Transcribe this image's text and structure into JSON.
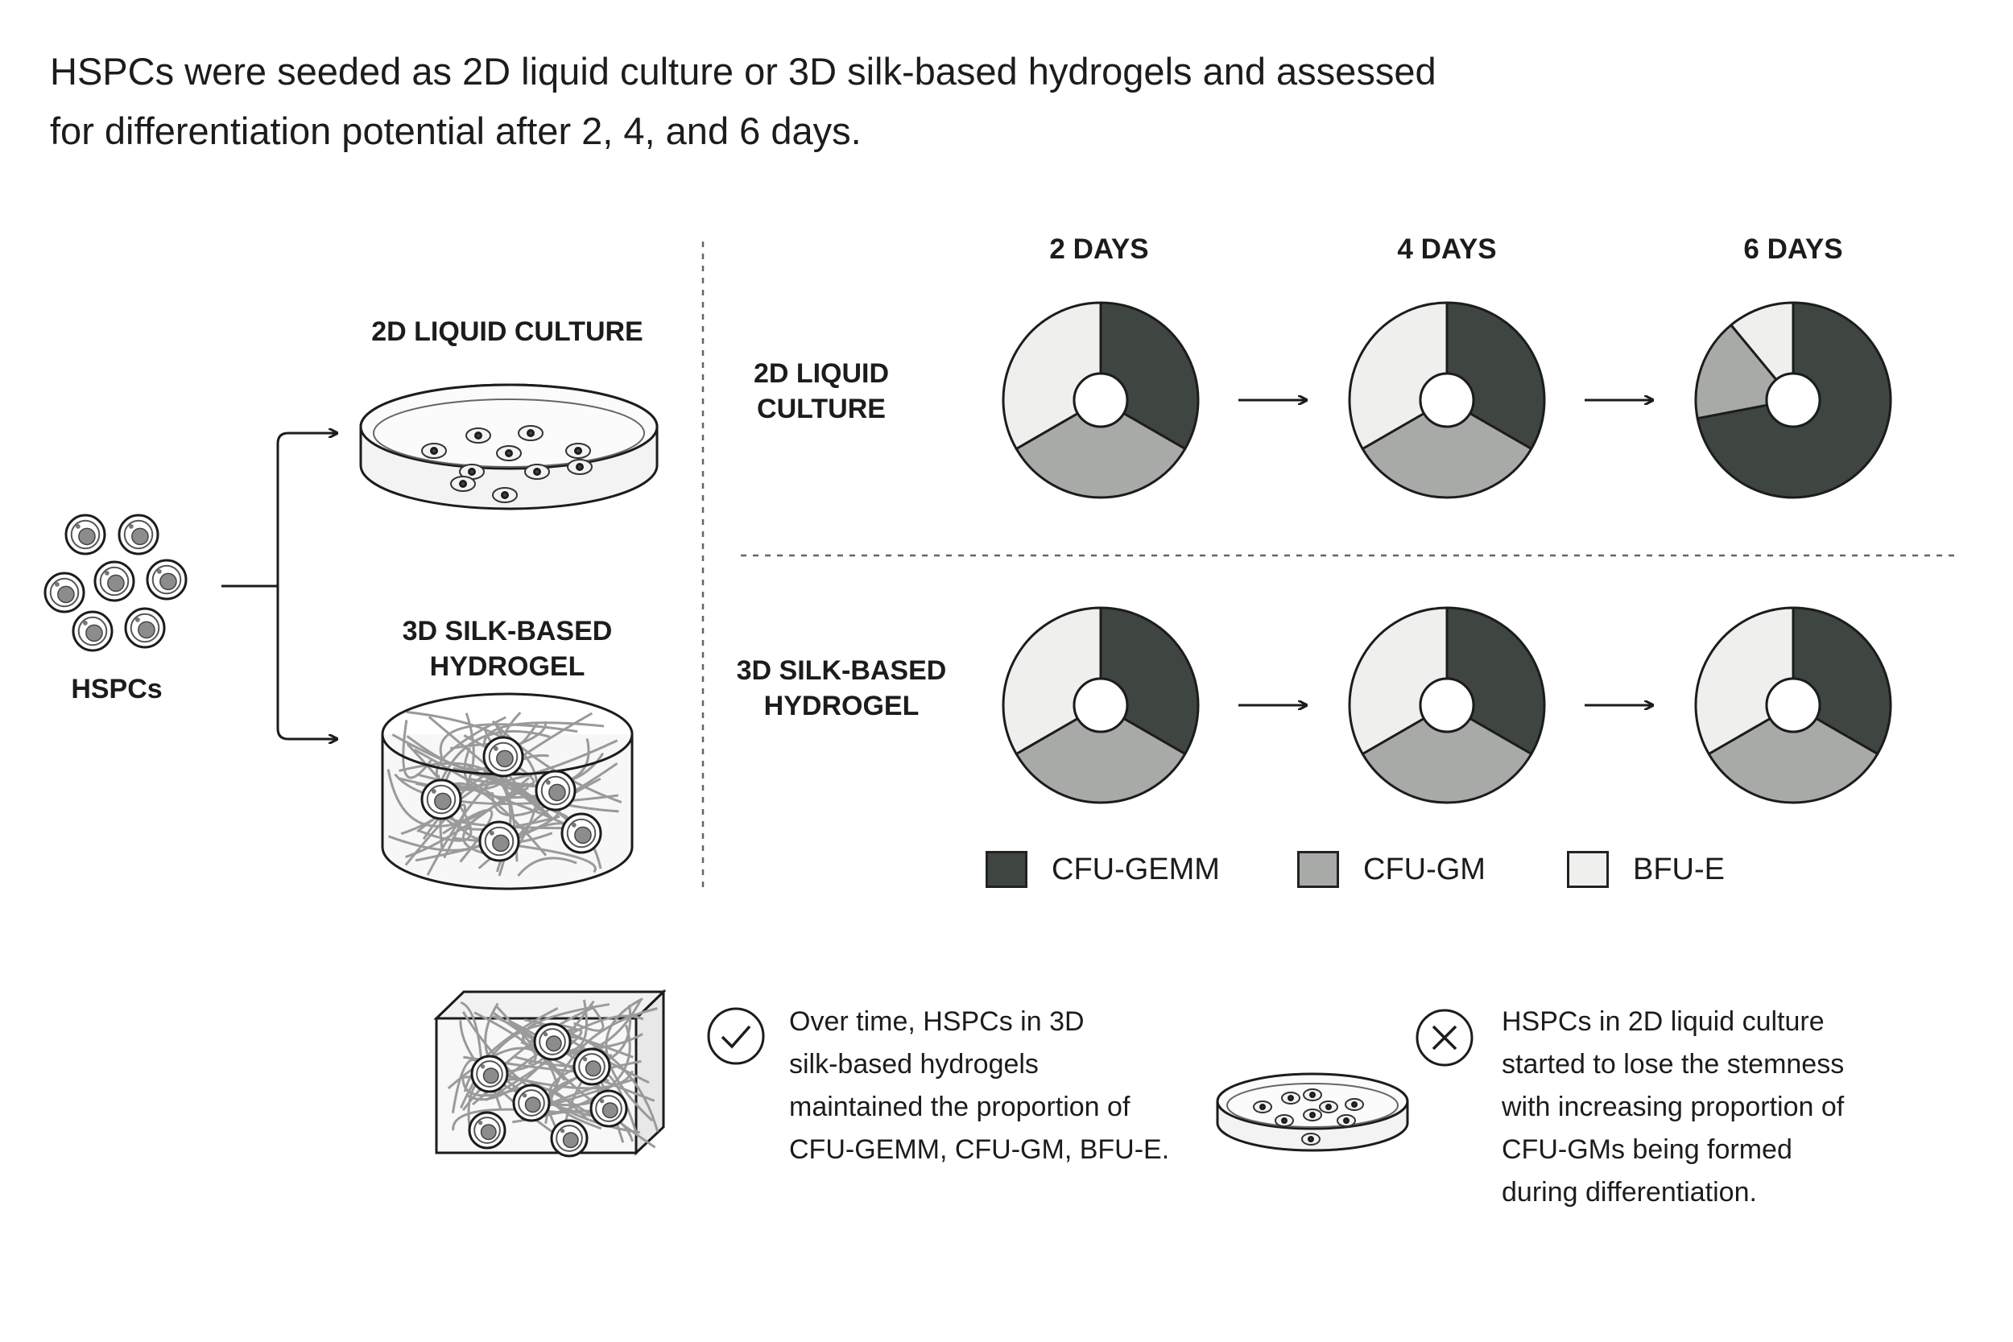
{
  "intro": {
    "line1": "HSPCs were seeded as 2D liquid culture or 3D silk-based hydrogels and assessed",
    "line2": "for differentiation potential after 2, 4, and 6 days."
  },
  "left": {
    "hspcs_label": "HSPCs",
    "culture_2d_label": "2D LIQUID CULTURE",
    "hydrogel_3d_label_line1": "3D SILK-BASED",
    "hydrogel_3d_label_line2": "HYDROGEL"
  },
  "rows": {
    "row1_line1": "2D LIQUID",
    "row1_line2": "CULTURE",
    "row2_line1": "3D SILK-BASED",
    "row2_line2": "HYDROGEL"
  },
  "days": [
    "2 DAYS",
    "4 DAYS",
    "6 DAYS"
  ],
  "colors": {
    "cfu_gemm": "#3f4540",
    "cfu_gm": "#a8aaa7",
    "bfu_e": "#efefed",
    "stroke": "#1c1c1c"
  },
  "legend": [
    {
      "label": "CFU-GEMM",
      "color": "#3f4540"
    },
    {
      "label": "CFU-GM",
      "color": "#a8aaa7"
    },
    {
      "label": "BFU-E",
      "color": "#efefed"
    }
  ],
  "chart_data": [
    {
      "type": "pie",
      "row": "2D LIQUID CULTURE",
      "day": "2 DAYS",
      "categories": [
        "CFU-GEMM",
        "CFU-GM",
        "BFU-E"
      ],
      "values": [
        33.3,
        33.3,
        33.3
      ]
    },
    {
      "type": "pie",
      "row": "2D LIQUID CULTURE",
      "day": "4 DAYS",
      "categories": [
        "CFU-GEMM",
        "CFU-GM",
        "BFU-E"
      ],
      "values": [
        33.3,
        33.3,
        33.3
      ]
    },
    {
      "type": "pie",
      "row": "2D LIQUID CULTURE",
      "day": "6 DAYS",
      "categories": [
        "CFU-GEMM",
        "CFU-GM",
        "BFU-E"
      ],
      "values": [
        72,
        17,
        11
      ]
    },
    {
      "type": "pie",
      "row": "3D SILK-BASED HYDROGEL",
      "day": "2 DAYS",
      "categories": [
        "CFU-GEMM",
        "CFU-GM",
        "BFU-E"
      ],
      "values": [
        33.3,
        33.3,
        33.3
      ]
    },
    {
      "type": "pie",
      "row": "3D SILK-BASED HYDROGEL",
      "day": "4 DAYS",
      "categories": [
        "CFU-GEMM",
        "CFU-GM",
        "BFU-E"
      ],
      "values": [
        33.3,
        33.3,
        33.3
      ]
    },
    {
      "type": "pie",
      "row": "3D SILK-BASED HYDROGEL",
      "day": "6 DAYS",
      "categories": [
        "CFU-GEMM",
        "CFU-GM",
        "BFU-E"
      ],
      "values": [
        33.3,
        33.3,
        33.3
      ]
    }
  ],
  "notes": {
    "positive": [
      "Over time, HSPCs in 3D",
      "silk-based hydrogels",
      "maintained the proportion of",
      "CFU-GEMM, CFU-GM, BFU-E."
    ],
    "negative": [
      "HSPCs in 2D liquid culture",
      "started to lose the stemness",
      "with increasing proportion of",
      "CFU-GMs being formed",
      "during differentiation."
    ]
  },
  "icons": {
    "positive": "check-circle-icon",
    "negative": "x-circle-icon"
  }
}
